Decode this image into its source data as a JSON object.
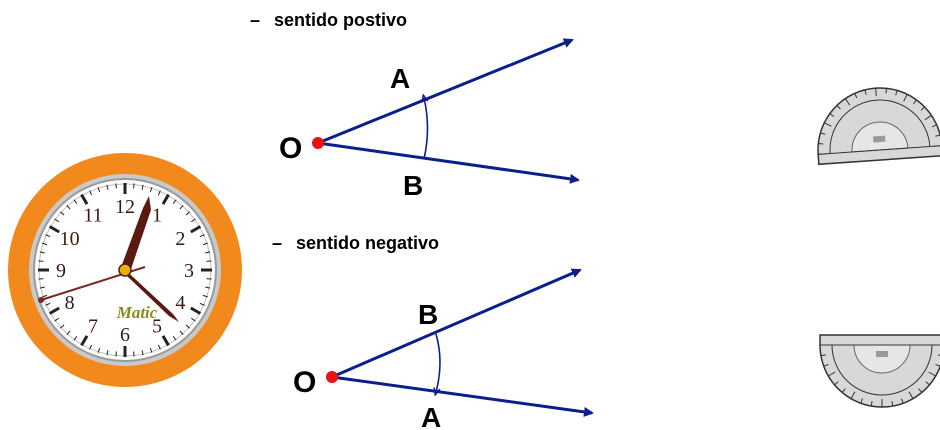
{
  "clock": {
    "brand": "Matic",
    "numerals": [
      "12",
      "1",
      "2",
      "3",
      "4",
      "5",
      "6",
      "7",
      "8",
      "9",
      "10",
      "11"
    ],
    "frame_color": "#f2891c",
    "hand_color": "#5a1a10"
  },
  "positive": {
    "dash": "–",
    "title": "sentido postivo",
    "vertex": "O",
    "upper": "A",
    "lower": "B"
  },
  "negative": {
    "dash": "–",
    "title": "sentido negativo",
    "vertex": "O",
    "upper": "B",
    "lower": "A"
  },
  "colors": {
    "ray": "#0b1f8c",
    "arc": "#0b1f8c",
    "vertex_dot": "#ee1111"
  },
  "icons": [
    "clock-icon",
    "protractor-icon",
    "protractor-inverted-icon"
  ]
}
